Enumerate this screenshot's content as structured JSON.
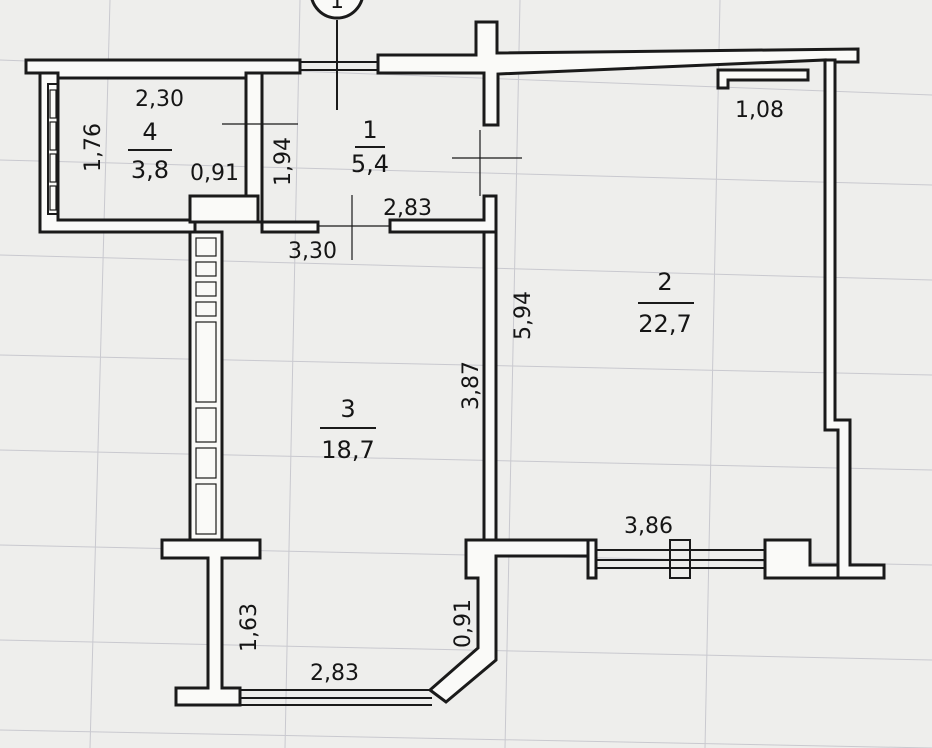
{
  "plan": {
    "axis_marker": "1",
    "rooms": [
      {
        "number": "1",
        "area": "5,4"
      },
      {
        "number": "2",
        "area": "22,7"
      },
      {
        "number": "3",
        "area": "18,7"
      },
      {
        "number": "4",
        "area": "3,8"
      }
    ],
    "dimensions": {
      "balcony_top": "2,30",
      "balcony_side": "1,76",
      "closet_door": "0,91",
      "hall_side": "1,94",
      "hall_bottom": "2,83",
      "kitchen_top": "3,30",
      "kitchen_side": "3,87",
      "room2_side": "5,94",
      "room2_top_right": "1,08",
      "window_room2": "3,86",
      "kitchen_lower_side": "1,63",
      "kitchen_window": "2,83",
      "kitchen_bay": "0,91"
    }
  }
}
